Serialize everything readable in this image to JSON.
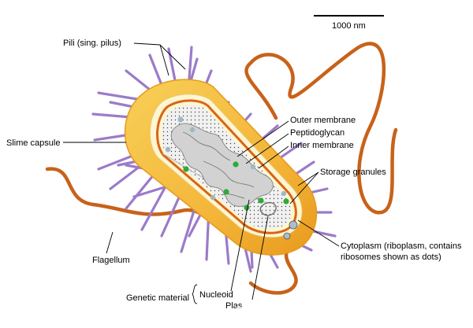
{
  "scale_bar": {
    "label": "1000 nm"
  },
  "labels": {
    "pili": "Pili (sing. pilus)",
    "slime_capsule": "Slime capsule",
    "flagellum": "Flagellum",
    "genetic_material": "Genetic material",
    "nucleoid": "Nucleoid",
    "plasmid": "Plas",
    "outer_membrane": "Outer membrane",
    "peptidoglycan": "Peptidoglycan",
    "inner_membrane": "Inner membrane",
    "storage_granules": "Storage granules",
    "cytoplasm_line1": "Cytoplasm (riboplasm, contains",
    "cytoplasm_line2": "ribosomes shown as dots)"
  },
  "colors": {
    "capsule": "#f4b63a",
    "capsule_edge": "#e59a1e",
    "outer_membrane": "#fff6cf",
    "peptidoglycan": "#d9641a",
    "cytoplasm": "#f1f1f1",
    "nucleoid": "#d2d2d2",
    "pili": "#9b7bc9",
    "flagellum": "#c8621a",
    "ribosome": "#333333",
    "granule_green": "#2daa3a",
    "granule_blue": "#9fb8c6"
  }
}
